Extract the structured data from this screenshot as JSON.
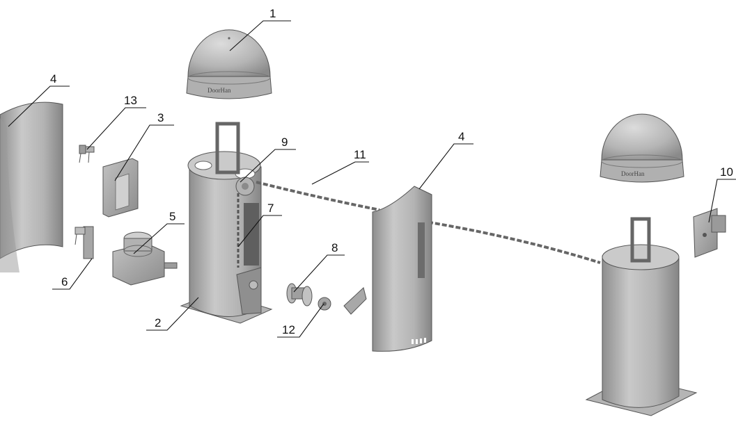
{
  "callouts": {
    "c1": "1",
    "c2": "2",
    "c3": "3",
    "c4a": "4",
    "c4b": "4",
    "c5": "5",
    "c6": "6",
    "c7": "7",
    "c8": "8",
    "c9": "9",
    "c10": "10",
    "c11": "11",
    "c12": "12",
    "c13": "13"
  },
  "brand": {
    "cap_main": "DoorHan",
    "cap_secondary": "DoorHan"
  },
  "colors": {
    "metal_light": "#c8c8c8",
    "metal_mid": "#a9a9a9",
    "metal_dark": "#7d7d7d",
    "background": "#ffffff"
  }
}
